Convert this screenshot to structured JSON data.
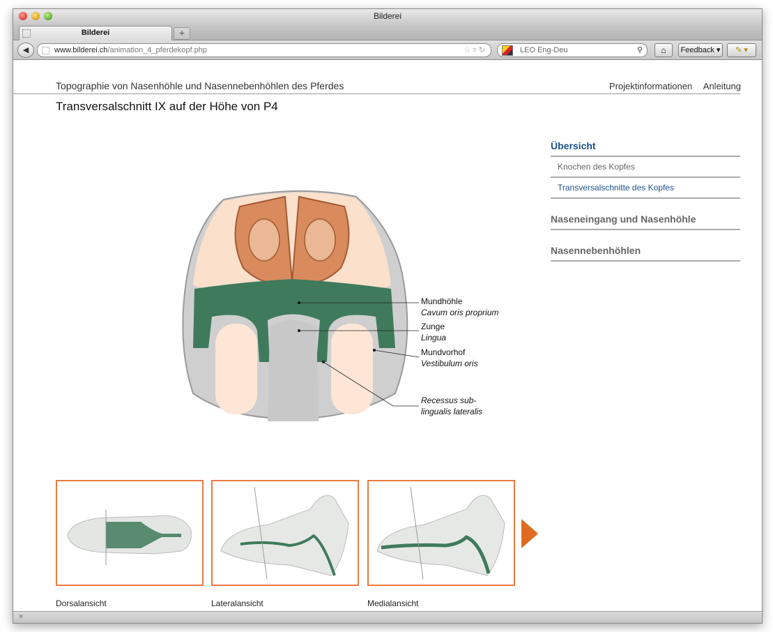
{
  "window": {
    "title": "Bilderei"
  },
  "tabs": [
    {
      "label": "Bilderei"
    }
  ],
  "newtab_symbol": "+",
  "address": {
    "host": "www.bilderei.ch",
    "path": "/animation_4_pferdekopf.php"
  },
  "search": {
    "engine": "LEO Eng-Deu"
  },
  "toolbar": {
    "feedback_label": "Feedback"
  },
  "header": {
    "site_title": "Topographie von Nasenhöhle und Nasennebenhöhlen des Pferdes",
    "nav": [
      "Projektinformationen",
      "Anleitung"
    ]
  },
  "page_title": "Transversalschnitt IX auf der Höhe von P4",
  "sidebar": {
    "overview": "Übersicht",
    "overview_items": [
      "Knochen des Kopfes",
      "Transversalschnitte des Kopfes"
    ],
    "section2": "Naseneingang und Nasenhöhle",
    "section3": "Nasennebenhöhlen"
  },
  "labels": {
    "mundhoehle": "Mundhöhle",
    "cavum": "Cavum oris proprium",
    "zunge": "Zunge",
    "lingua": "Lingua",
    "mundvorhof": "Mundvorhof",
    "vestibulum": "Vestibulum oris",
    "recessus1": "Recessus sub-",
    "recessus2": "lingualis lateralis"
  },
  "thumbnails": [
    "Dorsalansicht",
    "Lateralansicht",
    "Medialansicht"
  ],
  "colors": {
    "accent_orange": "#e87a40",
    "nav_blue": "#1d4f8c",
    "tissue_green": "#3f7a5c"
  },
  "status": {
    "close_symbol": "×"
  }
}
